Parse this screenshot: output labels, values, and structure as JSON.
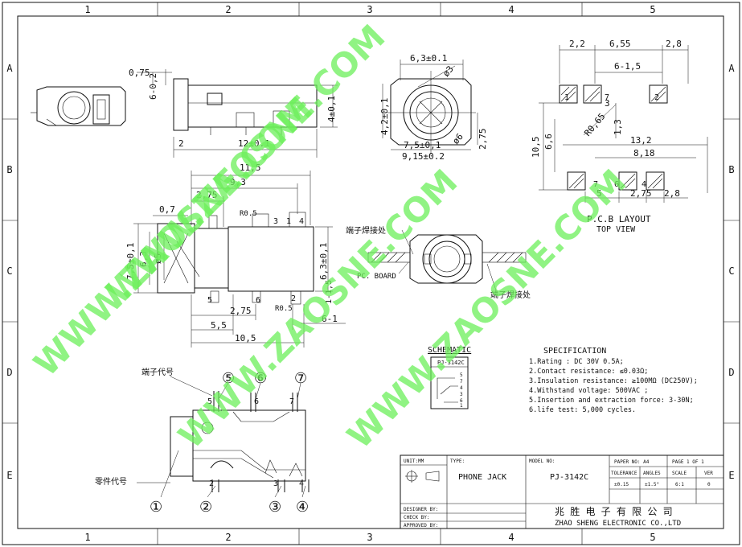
{
  "frame": {
    "col_labels": [
      "1",
      "2",
      "3",
      "4",
      "5"
    ],
    "row_labels": [
      "A",
      "B",
      "C",
      "D",
      "E"
    ]
  },
  "dims_side": {
    "d_0_75": "0,75",
    "d_6_0_2": "6-0,2",
    "d_4_0_1": "4±0,1",
    "d_2": "2",
    "d_12": "12±0.1"
  },
  "dims_front": {
    "d_6_3_0_1": "6,3±0.1",
    "d_phi3": "ø3",
    "d_4_2": "4,2±0,1",
    "d_7_5": "7,5±0,1",
    "d_9_15": "9,15±0.2",
    "d_phi6": "ø6",
    "d_2_75": "2,75"
  },
  "pcb": {
    "d_2_2": "2,2",
    "d_6_55": "6,55",
    "d_2_8": "2,8",
    "d_6_1_5": "6-1,5",
    "d_10_5": "10,5",
    "d_6_6": "6,6",
    "d_r065": "R0,65",
    "d_3": "3",
    "d_13": "1,3",
    "d_13_2": "13,2",
    "d_8_18": "8,18",
    "d_5": "5",
    "d_2_75b": "2,75",
    "d_2_8b": "2,8",
    "pin_1": "1",
    "pin_7": "7",
    "pin_6": "6",
    "pin_4": "4",
    "pin_5": "5",
    "pin_2": "2",
    "layout_title": "P.C.B LAYOUT",
    "layout_sub": "TOP VIEW"
  },
  "top_view": {
    "d_11_5": "11,5",
    "d_9_3": "9,3",
    "d_2_75": "2,75",
    "d_0_7": "0,7",
    "d_r05a": "R0.5",
    "d_r05b": "R0.5",
    "d_7_5": "7,5±0,1",
    "d_6_3": "6,3",
    "d_phi5": "ø5",
    "d_6_3b": "6,3±0,1",
    "d_2_75b": "2,75",
    "d_5_5": "5,5",
    "d_10_5": "10,5",
    "d_6_1": "6-1",
    "d_1_1_5": "1-1,5",
    "pins_top": [
      "3",
      "1",
      "4"
    ],
    "pins_bot": [
      "5",
      "6",
      "2"
    ]
  },
  "mount": {
    "terminal_weld_a": "端子焊接处",
    "terminal_weld_b": "端子焊接处",
    "pc_board": "PC. BOARD"
  },
  "schematic": {
    "title": "SCHEMATIC",
    "model": "PJ-3142C",
    "pins": [
      "5",
      "7",
      "4",
      "3",
      "6",
      "1"
    ]
  },
  "spec": {
    "title": "SPECIFICATION",
    "lines": [
      "1.Rating : DC 30V 0.5A;",
      "2.Contact resistance: ≤0.03Ω;",
      "3.Insulation resistance: ≥100MΩ (DC250V);",
      "4.Withstand voltage: 500VAC ;",
      "5.Insertion and extraction force: 3-30N;",
      "6.life test: 5,000 cycles."
    ]
  },
  "callouts": {
    "terminal_code": "端子代号",
    "part_code": "零件代号",
    "circled": [
      "⑤",
      "⑥",
      "⑦",
      "①",
      "②",
      "③",
      "④"
    ],
    "pin_labels": [
      "5",
      "6",
      "7",
      "2",
      "3",
      "4"
    ]
  },
  "title_block": {
    "unit": "UNIT:MM",
    "type_label": "TYPE:",
    "type_value": "PHONE JACK",
    "model_label": "MODEL NO:",
    "model_value": "PJ-3142C",
    "paper_label": "PAPER NO: A4",
    "page_label": "PAGE 1 OF 1",
    "tol_label": "TOLERANCE",
    "angles_label": "ANGLES",
    "scale_label": "SCALE",
    "ver_label": "VER",
    "tol_value": "±0.15",
    "angle_value": "±1.5°",
    "scale_value": "6:1",
    "ver_value": "0",
    "designer": "DESIGNER BY:",
    "check": "CHECK    BY:",
    "approved": "APPROVED BY:",
    "company_cn": "兆 胜 电 子 有 限 公 司",
    "company_en": "ZHAO SHENG ELECTRONIC CO.,LTD"
  },
  "watermark": {
    "text_a": "WWW.ZAOSNE.COM",
    "text_b": "WWW.ZAOSNE.COM",
    "text_c": "WWW.ZAOSNE.COM",
    "text_d": "WWW.ZAOSNE.COM",
    "color": "#6cf05a"
  }
}
